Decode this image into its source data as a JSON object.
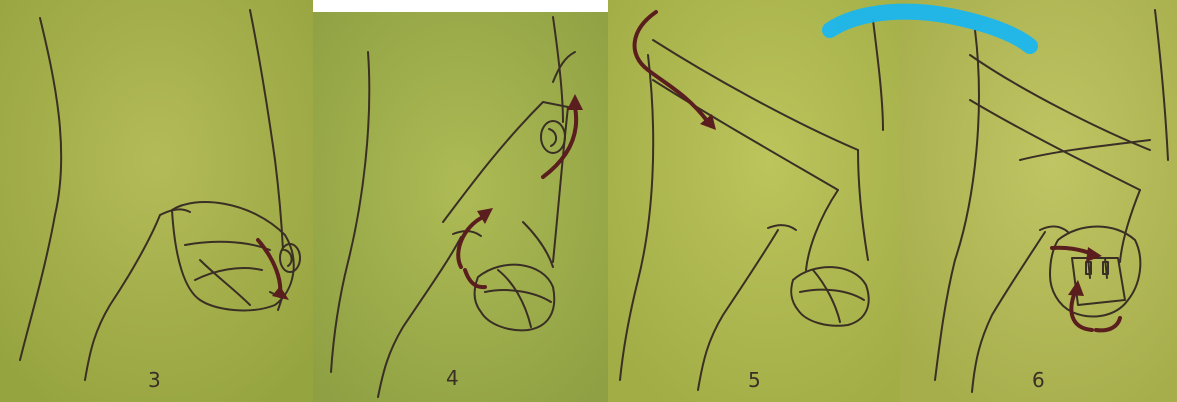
{
  "panels": [
    {
      "step": "3",
      "bg": "#a7b24a"
    },
    {
      "step": "4",
      "bg": "#a4b34d"
    },
    {
      "step": "5",
      "bg": "#b4bd52"
    },
    {
      "step": "6",
      "bg": "#b8be5a"
    }
  ],
  "colors": {
    "ink": "#3a2f25",
    "arrow": "#5a1e1e",
    "watermark": "#1ab6ee"
  },
  "icons": {
    "watermark": "partial-ring-watermark-icon"
  }
}
